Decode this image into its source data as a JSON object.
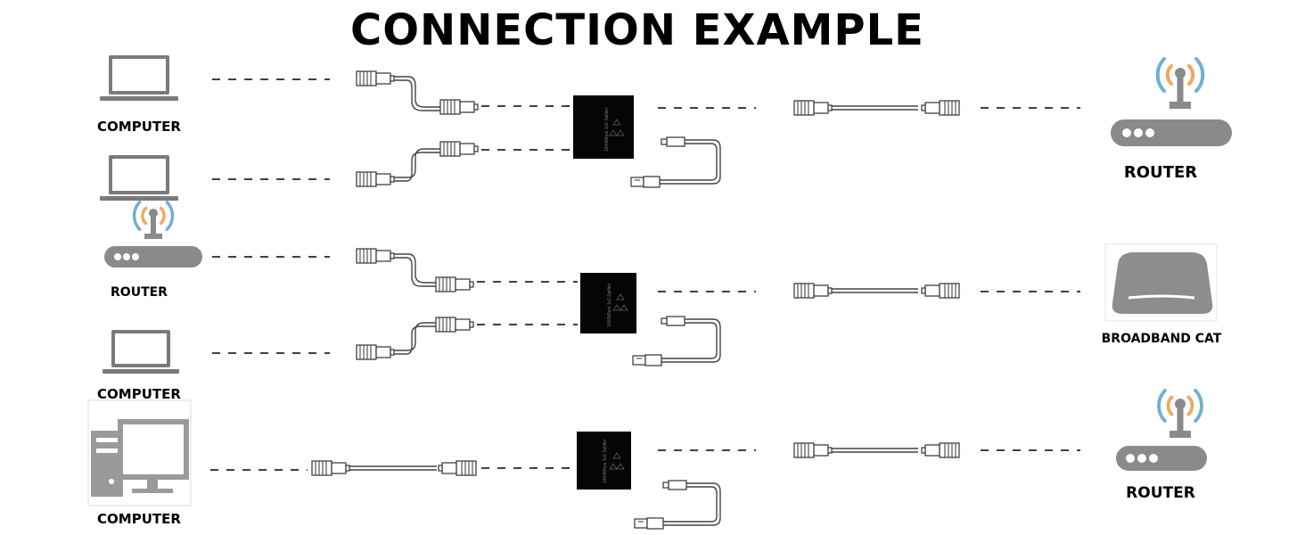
{
  "title": "CONNECTION EXAMPLE",
  "labels": {
    "computer_1": "COMPUTER",
    "router_left": "ROUTER",
    "computer_2": "COMPUTER",
    "computer_3": "COMPUTER",
    "router_right_1": "ROUTER",
    "broadband_cat": "BROADBAND CAT",
    "router_right_2": "ROUTER"
  },
  "splitter_text": "1000Mbps 1x2 Splitter",
  "icons": {
    "laptop": "laptop-icon",
    "router": "router-icon",
    "desktop": "desktop-computer-icon",
    "modem": "broadband-modem-icon",
    "splitter": "ethernet-splitter-icon",
    "cable": "ethernet-cable-icon",
    "usb": "usb-power-cable-icon"
  },
  "colors": {
    "laptop": "#7a7a7a",
    "router_body": "#8a8a8a",
    "wifi_blue": "#6fb1cf",
    "wifi_orange": "#f2a75c",
    "modem": "#8d8d8d",
    "splitter": "#050505"
  }
}
